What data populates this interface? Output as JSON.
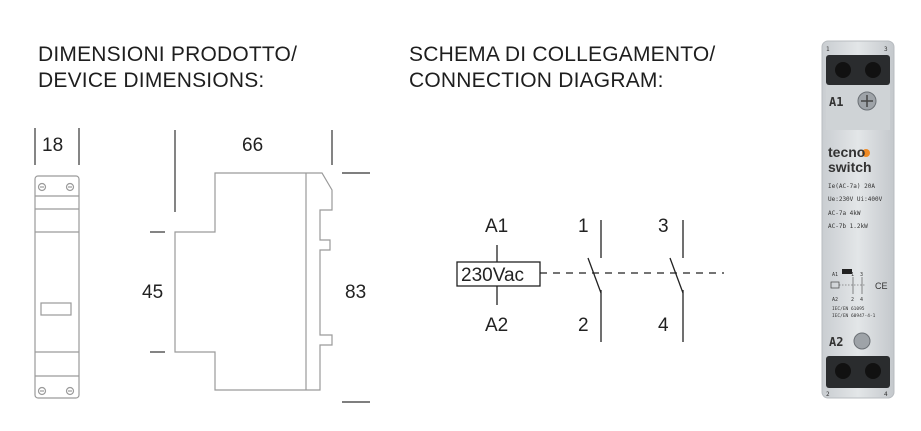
{
  "headings": {
    "dimensions": {
      "line1": "DIMENSIONI  PRODOTTO/",
      "line2": "DEVICE DIMENSIONS:"
    },
    "schema": {
      "line1": "SCHEMA DI COLLEGAMENTO/",
      "line2": "CONNECTION DIAGRAM:"
    }
  },
  "dimensions": {
    "width": "18",
    "depth": "66",
    "height_front": "45",
    "height_total": "83"
  },
  "diagram": {
    "coil_top": "A1",
    "coil_bottom": "A2",
    "coil_voltage": "230Vac",
    "contact1_top": "1",
    "contact1_bottom": "2",
    "contact2_top": "3",
    "contact2_bottom": "4"
  },
  "device": {
    "terminal_top_left": "1",
    "terminal_top_right": "3",
    "terminal_bottom_left": "2",
    "terminal_bottom_right": "4",
    "label_a1": "A1",
    "label_a2": "A2",
    "brand_line1": "tecno",
    "brand_line2": "switch",
    "spec_ie": "Ie(AC-7a) 20A",
    "spec_ue": "Ue:230V Ui:400V",
    "spec_ac7a": "AC-7a  4kW",
    "spec_ac7b": "AC-7b  1.2kW",
    "mini_a1": "A1",
    "mini_1": "1",
    "mini_3": "3",
    "mini_a2": "A2",
    "mini_2": "2",
    "mini_4": "4",
    "ce_mark": "CE",
    "std1": "IEC/EN 61095",
    "std2": "IEC/EN 60947-4-1"
  },
  "colors": {
    "outline": "#9a9a9a",
    "ink": "#222222",
    "device_body": "#d9dde0",
    "brand_accent": "#f08a24"
  }
}
